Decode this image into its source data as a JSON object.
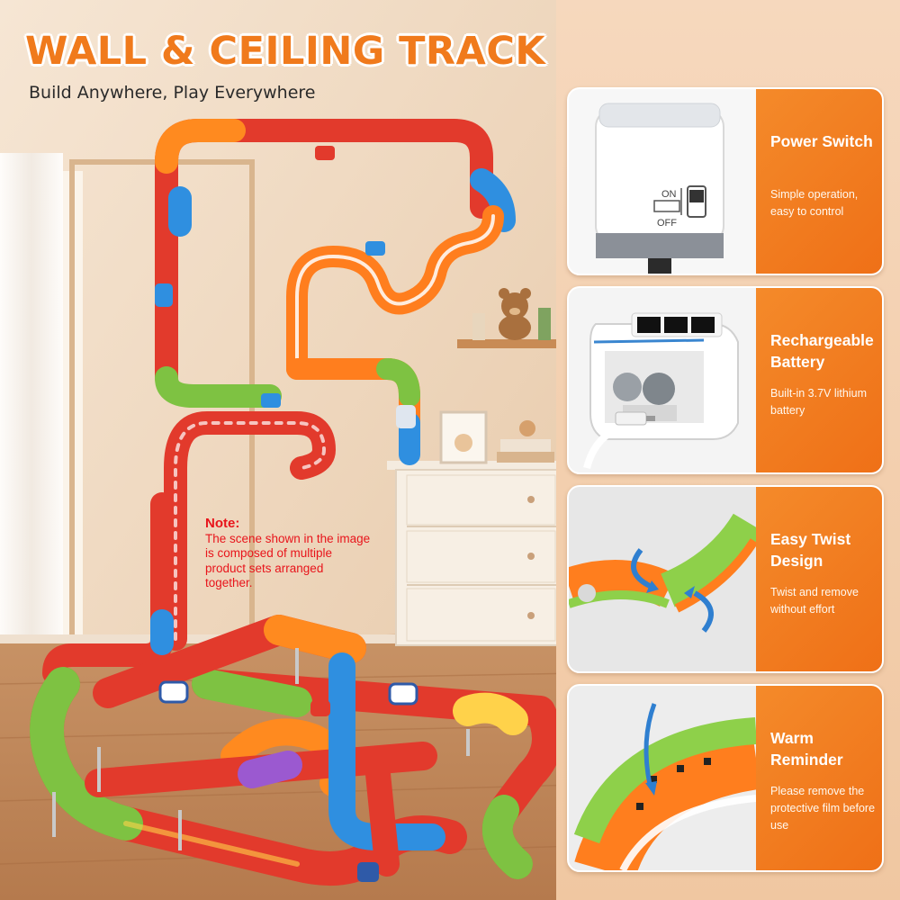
{
  "header": {
    "title": "WALL & CEILING TRACK SET",
    "subtitle": "Build Anywhere, Play Everywhere"
  },
  "note": {
    "heading": "Note:",
    "text": "The scene shown in the image is composed of multiple product sets arranged together."
  },
  "colors": {
    "accent": "#f07a1c",
    "panel": "#ef7017",
    "note": "#e8141b"
  },
  "features": [
    {
      "icon": "power-switch-icon",
      "name": "Power Switch",
      "description": "Simple operation, easy to control",
      "on_label": "ON",
      "off_label": "OFF"
    },
    {
      "icon": "battery-icon",
      "name": "Rechargeable Battery",
      "description": "Built-in 3.7V lithium battery"
    },
    {
      "icon": "twist-icon",
      "name": "Easy Twist Design",
      "description": "Twist and remove without effort"
    },
    {
      "icon": "warning-icon",
      "name": "Warm Reminder",
      "description": "Please remove the protective film before use"
    }
  ]
}
